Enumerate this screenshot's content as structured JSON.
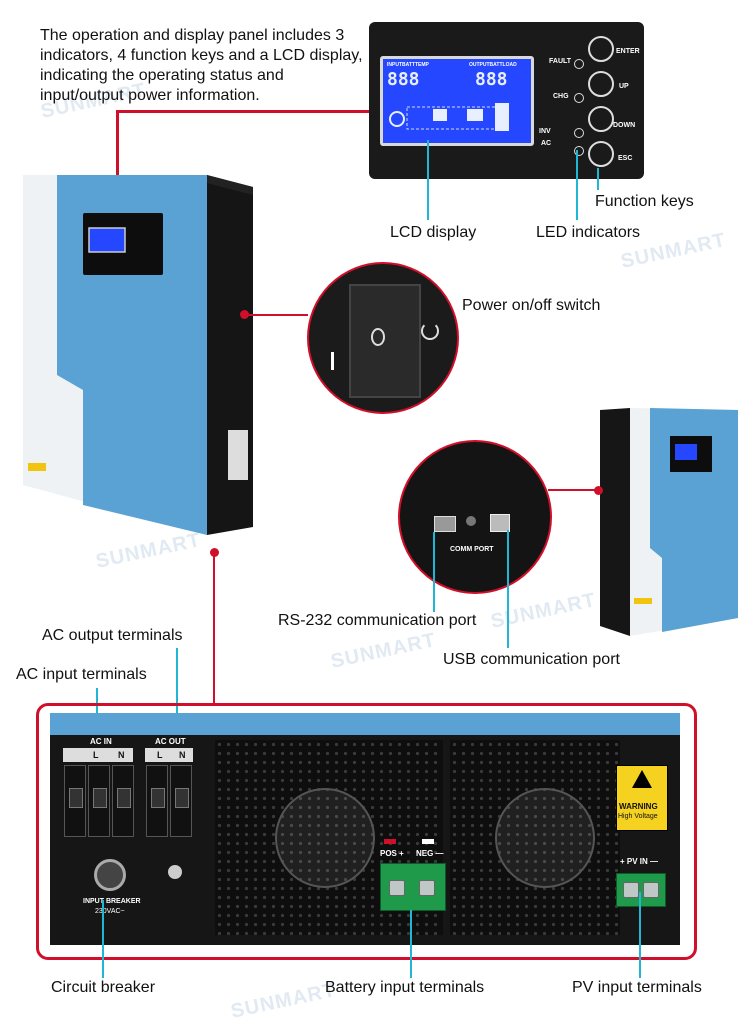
{
  "intro_text": "The operation and display panel includes 3 indicators, 4 function keys and a LCD display, indicating the operating status and input/output power information.",
  "watermark": "SUNMART",
  "panel": {
    "led_labels": [
      "FAULT",
      "CHG",
      "INV",
      "AC"
    ],
    "key_labels": [
      "ENTER",
      "UP",
      "DOWN",
      "ESC"
    ],
    "lcd_segments": {
      "left": "888",
      "right": "888",
      "top_left": "INPUTBATTTEMP",
      "top_right": "OUTPUTBATTLOAD"
    }
  },
  "callouts": {
    "lcd_display": "LCD display",
    "led_indicators": "LED indicators",
    "function_keys": "Function keys",
    "power_switch": "Power on/off switch",
    "rs232": "RS-232 communication port",
    "usb": "USB communication port",
    "ac_output": "AC output terminals",
    "ac_input": "AC input terminals",
    "circuit_breaker": "Circuit breaker",
    "battery_input": "Battery input terminals",
    "pv_input": "PV input terminals"
  },
  "port_panel": {
    "comm_port": "COMM PORT"
  },
  "bottom": {
    "ac_in": "AC IN",
    "ac_out": "AC OUT",
    "l": "L",
    "n": "N",
    "breaker_label": "INPUT BREAKER",
    "breaker_rating": "230VAC~",
    "pos": "POS +",
    "neg": "NEG —",
    "pv_in": "+ PV IN —",
    "warning": "WARNING",
    "high_voltage": "High Voltage"
  },
  "colors": {
    "accent_red": "#d0102a",
    "callout_cyan": "#20b7d6",
    "inverter_blue": "#5aa2d4"
  }
}
